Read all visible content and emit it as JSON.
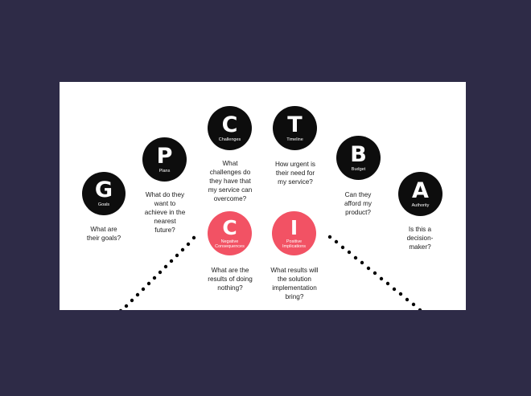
{
  "colors": {
    "background": "#2e2b47",
    "card": "#ffffff",
    "dark_node": "#0d0d0d",
    "red_node": "#f25264",
    "text": "#1a1a1a"
  },
  "nodes": [
    {
      "letter": "G",
      "label": "Goals",
      "question": "What are\ntheir goals?"
    },
    {
      "letter": "P",
      "label": "Plans",
      "question": "What do they\nwant to\nachieve in the\nnearest\nfuture?"
    },
    {
      "letter": "C",
      "label": "Challenges",
      "question": "What\nchallenges do\nthey have that\nmy service can\novercome?"
    },
    {
      "letter": "T",
      "label": "Timeline",
      "question": "How urgent is\ntheir need for\nmy service?"
    },
    {
      "letter": "B",
      "label": "Budget",
      "question": "Can they\nafford my\nproduct?"
    },
    {
      "letter": "A",
      "label": "Authority",
      "question": "Is this a\ndecision-\nmaker?"
    },
    {
      "letter": "C",
      "label": "Negative\nConsequences",
      "question": "What are the\nresults of doing\nnothing?"
    },
    {
      "letter": "I",
      "label": "Positive\nImplications",
      "question": "What results will\nthe solution\nimplementation\nbring?"
    }
  ]
}
